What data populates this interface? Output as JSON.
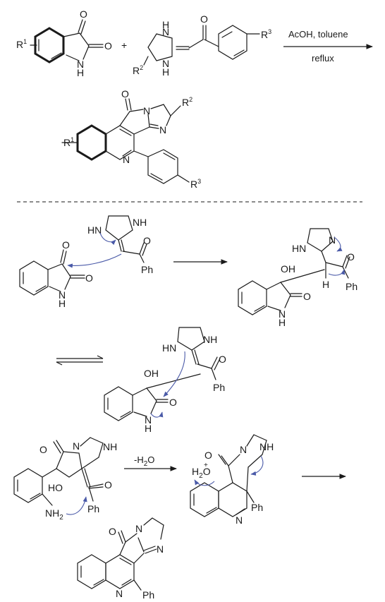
{
  "reaction": {
    "reagents": "AcOH, toluene",
    "conditions": "reflux",
    "plus": "+",
    "r1": "R",
    "r1_sup": "1",
    "r2": "R",
    "r2_sup": "2",
    "r3": "R",
    "r3_sup": "3"
  },
  "mechanism": {
    "dehydration_label": "-H",
    "dehydration_sub": "2",
    "dehydration_tail": "O"
  },
  "atoms": {
    "o": "O",
    "n": "N",
    "h": "H",
    "nh": "NH",
    "hn": "HN",
    "oh": "OH",
    "ho": "HO",
    "nh2": "NH",
    "nh2_sub": "2",
    "ph": "Ph",
    "h2o_h": "H",
    "h2o_sub": "2",
    "h2o_o": "O",
    "plus_charge": "+"
  },
  "colors": {
    "ink": "#1a1a1a",
    "electron_arrow": "#4a5aa8"
  }
}
